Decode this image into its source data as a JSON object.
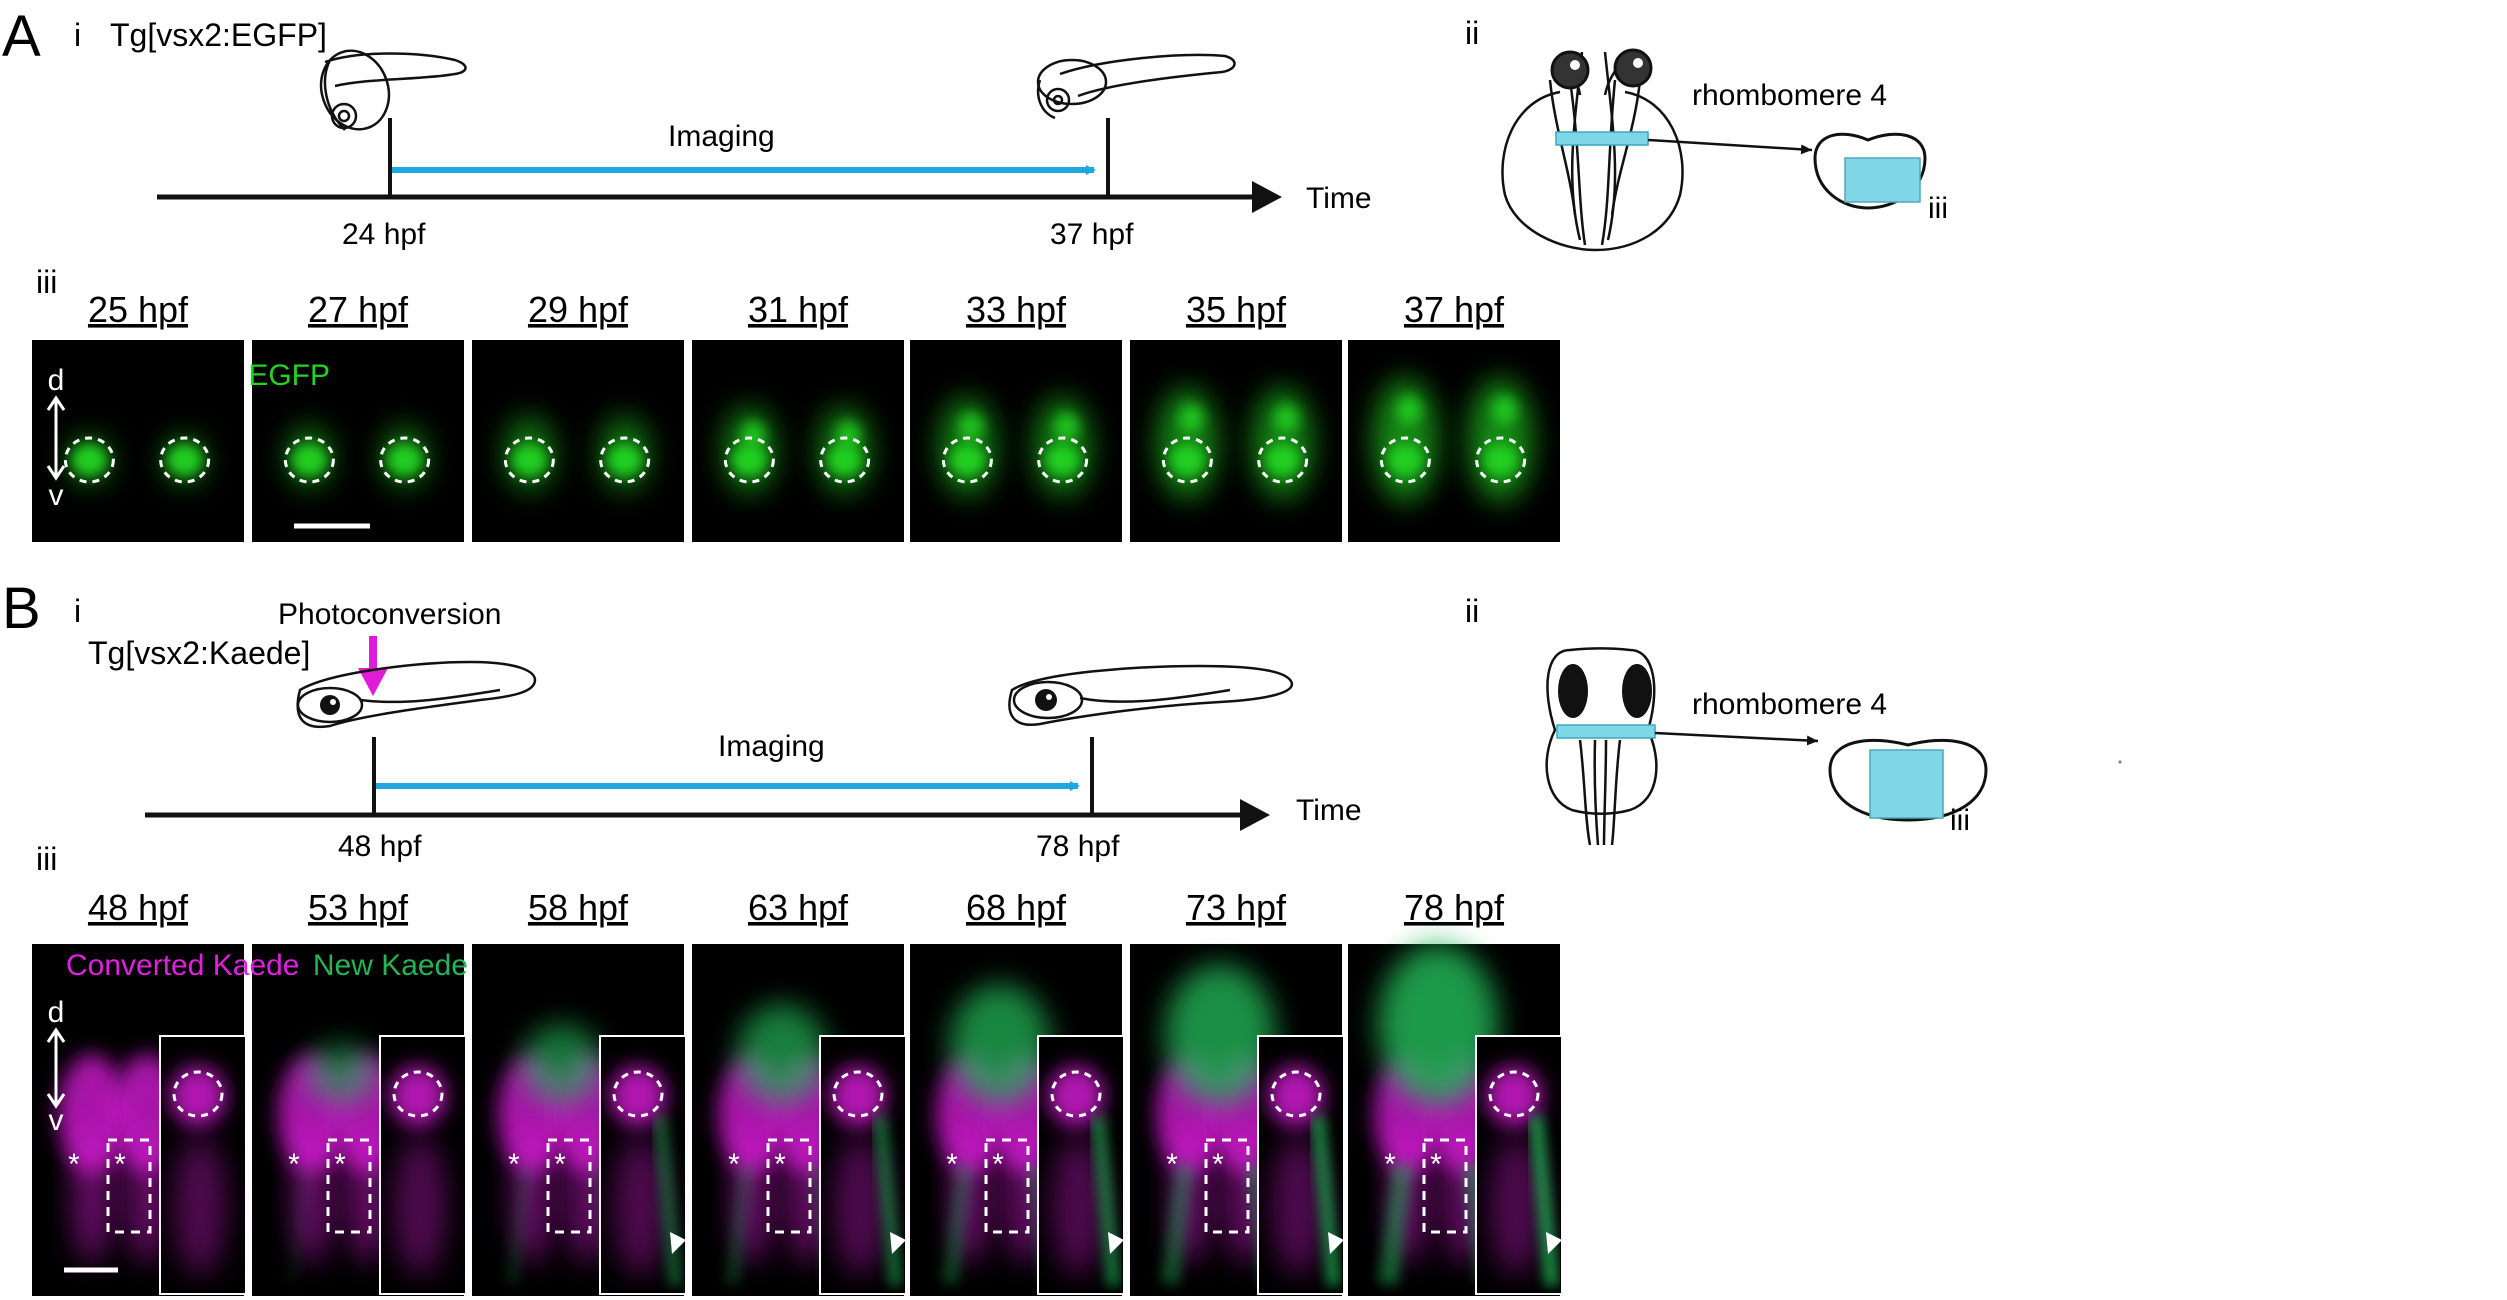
{
  "panels": {
    "A": {
      "letter": "A",
      "i": {
        "label": "i",
        "transgene": "Tg[vsx2:EGFP]",
        "imaging": "Imaging",
        "start": "24 hpf",
        "end": "37 hpf",
        "time": "Time"
      },
      "ii": {
        "label": "ii",
        "region": "rhombomere 4",
        "view_label": "iii"
      },
      "iii": {
        "label": "iii",
        "channel": "EGFP",
        "d": "d",
        "v": "v",
        "timepoints": [
          "25 hpf",
          "27 hpf",
          "29 hpf",
          "31 hpf",
          "33 hpf",
          "35 hpf",
          "37 hpf"
        ]
      }
    },
    "B": {
      "letter": "B",
      "i": {
        "label": "i",
        "transgene": "Tg[vsx2:Kaede]",
        "photoconversion": "Photoconversion",
        "imaging": "Imaging",
        "start": "48 hpf",
        "end": "78 hpf",
        "time": "Time"
      },
      "ii": {
        "label": "ii",
        "region": "rhombomere 4",
        "view_label": "iii"
      },
      "iii": {
        "label": "iii",
        "channel_converted": "Converted Kaede",
        "channel_new": "New Kaede",
        "d": "d",
        "v": "v",
        "asterisk": "*",
        "timepoints": [
          "48 hpf",
          "53 hpf",
          "58 hpf",
          "63 hpf",
          "68 hpf",
          "73 hpf",
          "78 hpf"
        ]
      }
    }
  },
  "colors": {
    "arrow_blue": "#1ea7e1",
    "region_cyan": "#7fd6e6",
    "egfp_green": "#22d422",
    "kaede_magenta": "#e01fe0",
    "new_kaede_green": "#22b457",
    "photoconversion_arrow": "#e21bd6"
  }
}
